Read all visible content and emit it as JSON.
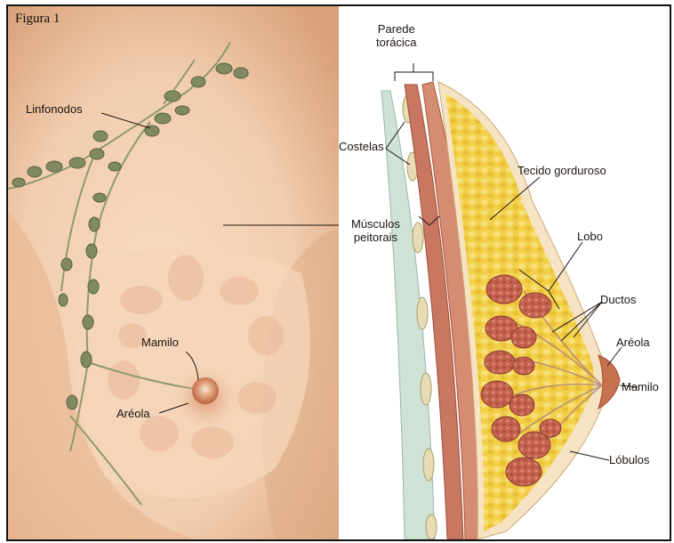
{
  "figure_caption": "Figura 1",
  "colors": {
    "skin": "#f4d3b7",
    "skin_shadow": "#dba77e",
    "lymph_node": "#7f8a63",
    "fat": "#f2d04a",
    "lobe": "#c3614e",
    "muscle": "#c87761"
  },
  "labels": {
    "parede_toracica": "Parede\ntorácica",
    "linfonodos": "Linfonodos",
    "costelas": "Costelas",
    "tecido_gorduroso": "Tecido gorduroso",
    "musculos_peitorais": "Músculos\npeitorais",
    "lobo": "Lobo",
    "ductos": "Ductos",
    "mamilo_left": "Mamilo",
    "areola_right": "Aréola",
    "areola_left": "Aréola",
    "mamilo_right": "Mamilo",
    "lobulos": "Lóbulos"
  }
}
